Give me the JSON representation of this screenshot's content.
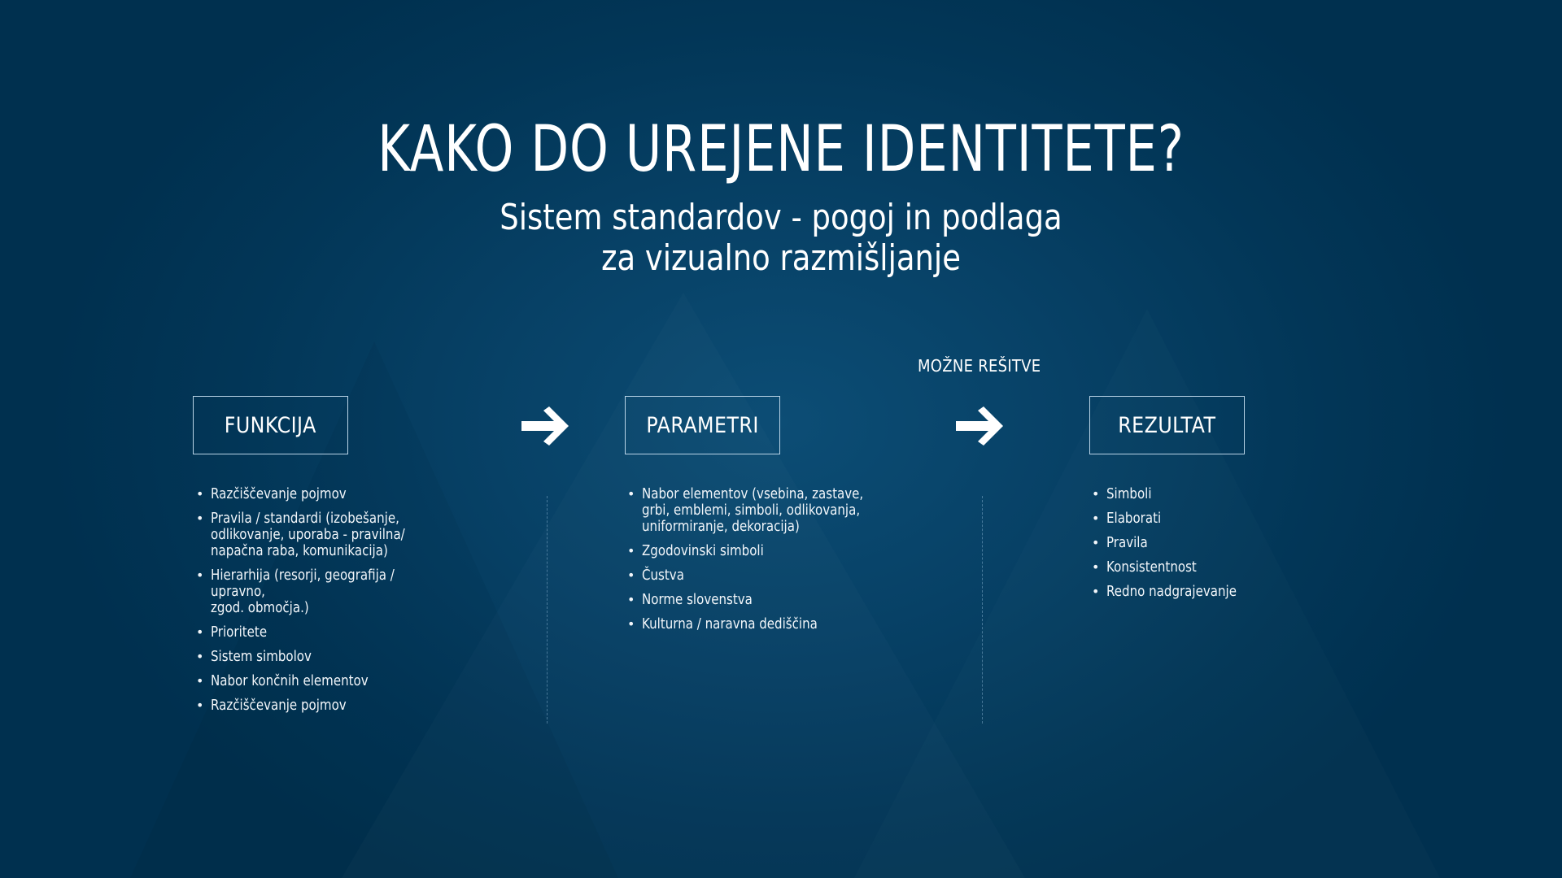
{
  "slide": {
    "title": "KAKO DO UREJENE IDENTITETE?",
    "subtitle_lines": [
      "Sistem standardov - pogoj in podlaga",
      "za vizualno razmišljanje"
    ],
    "colors": {
      "background_center": "#0c4d75",
      "background_edge": "#00304f",
      "text": "#ffffff",
      "box_border": "#b9d3e6",
      "divider": "#7fa8c6"
    }
  },
  "flow": {
    "annotation": "MOŽNE REŠITVE",
    "arrows": [
      "arrow-right-icon",
      "arrow-right-icon"
    ],
    "columns": [
      {
        "label": "FUNKCIJA",
        "items": [
          "Razčiščevanje pojmov",
          "Pravila / standardi (izobešanje,\nodlikovanje, uporaba - pravilna/\nnapačna raba, komunikacija)",
          "Hierarhija (resorji, geografija / upravno,\nzgod. območja.)",
          "Prioritete",
          "Sistem simbolov",
          "Nabor končnih elementov",
          "Razčiščevanje pojmov"
        ]
      },
      {
        "label": "PARAMETRI",
        "items": [
          "Nabor elementov (vsebina, zastave,\ngrbi, emblemi, simboli, odlikovanja,\nuniformiranje, dekoracija)",
          "Zgodovinski simboli",
          "Čustva",
          "Norme slovenstva",
          "Kulturna / naravna dediščina"
        ]
      },
      {
        "label": "REZULTAT",
        "items": [
          "Simboli",
          "Elaborati",
          "Pravila",
          "Konsistentnost",
          "Redno nadgrajevanje"
        ]
      }
    ],
    "bullet_glyph": "•"
  }
}
